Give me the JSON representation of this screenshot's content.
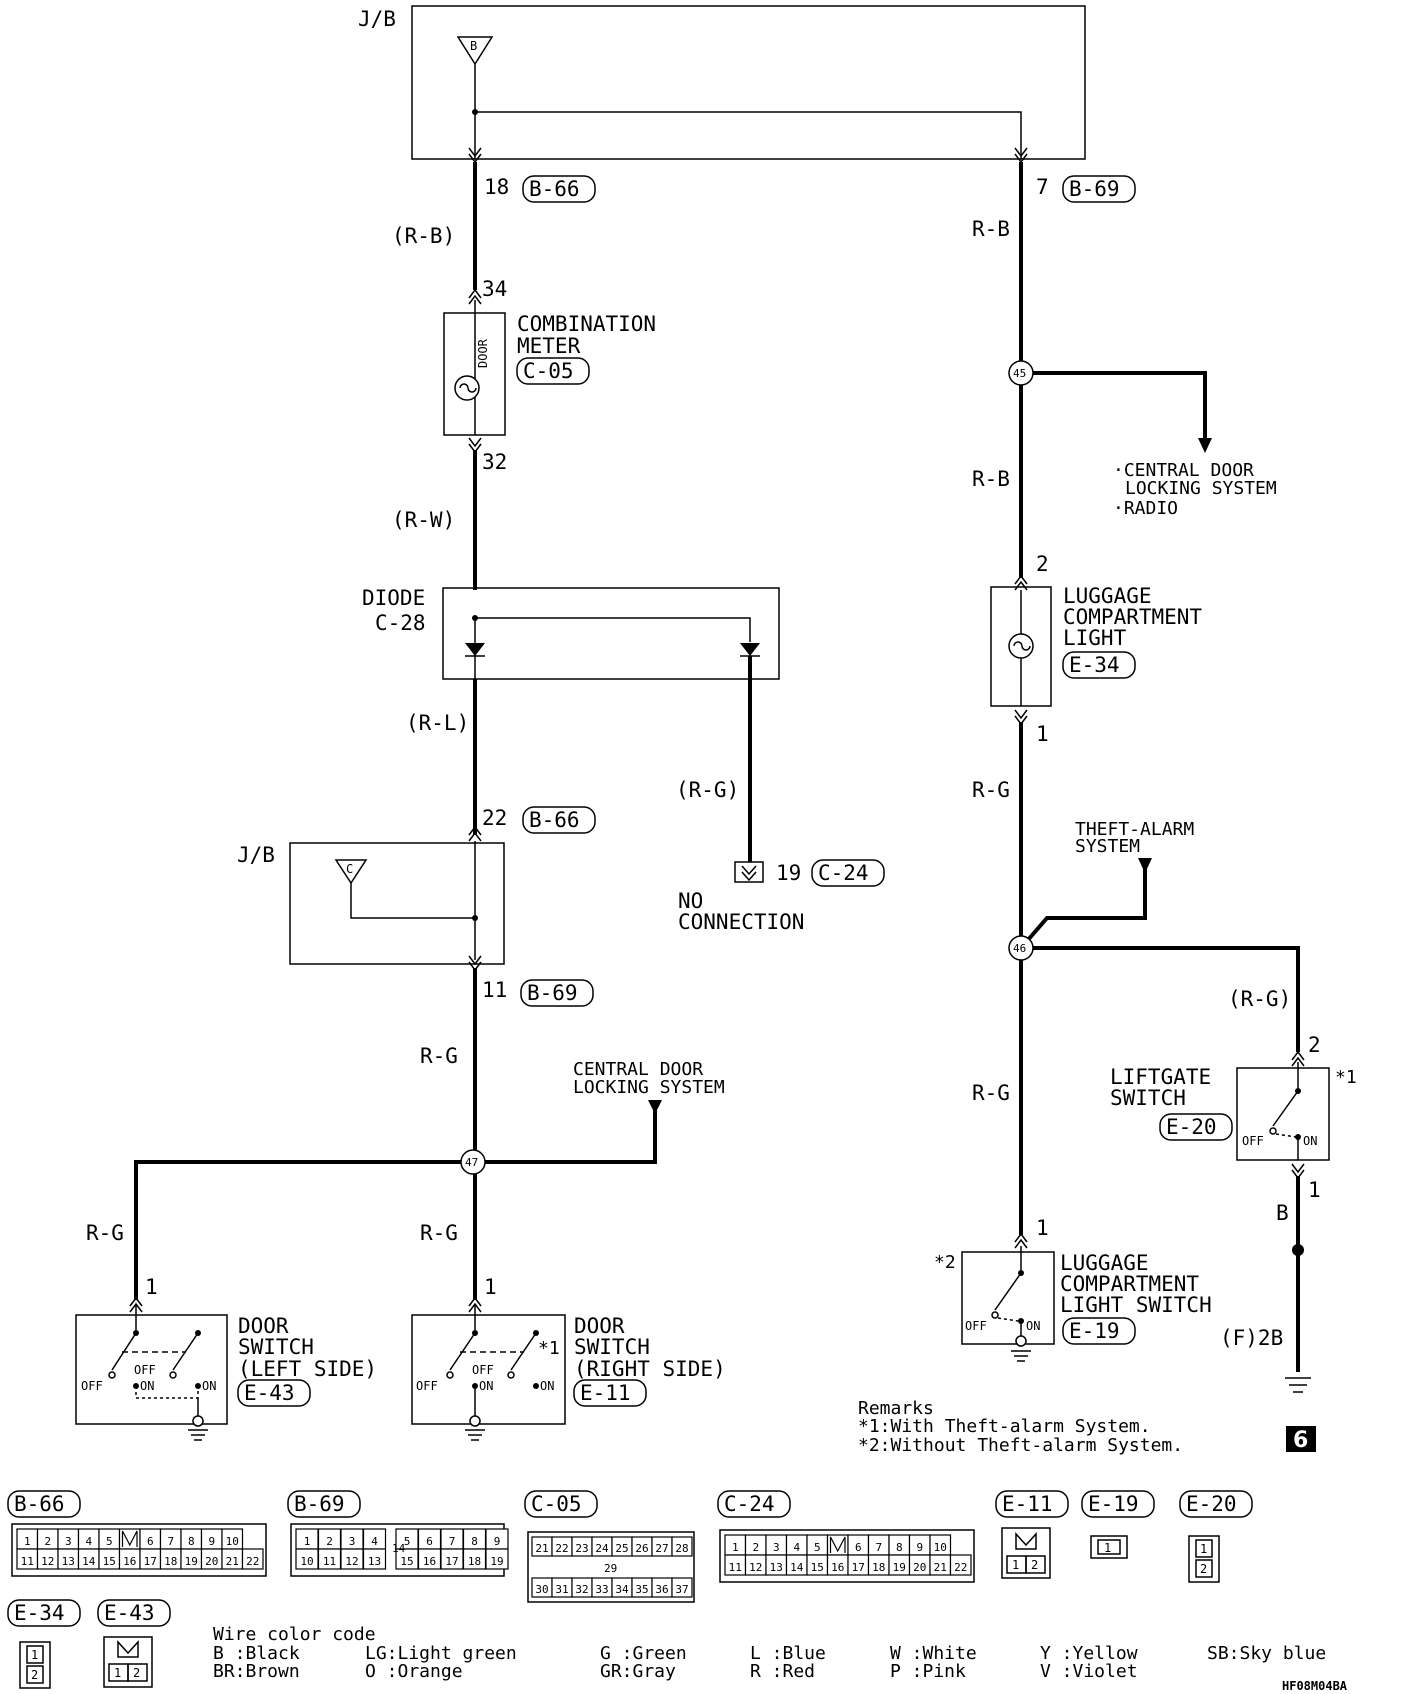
{
  "junction_block_top": {
    "label": "J/B",
    "terminal": "B"
  },
  "junction_block_mid": {
    "label": "J/B",
    "terminal": "C"
  },
  "left_branch": {
    "top_pin": "18",
    "top_connector": "B-66",
    "top_wire": "(R-B)",
    "meter": {
      "pin_in": "34",
      "pin_out": "32",
      "name_line1": "COMBINATION",
      "name_line2": "METER",
      "connector": "C-05",
      "lamp_label": "DOOR"
    },
    "wire_meter_diode": "(R-W)",
    "diode": {
      "name_line1": "DIODE",
      "name_line2": "C-28"
    },
    "wire_diode_jb": "(R-L)",
    "jb_in_pin": "22",
    "jb_in_connector": "B-66",
    "jb_out_pin": "11",
    "jb_out_connector": "B-69",
    "wire_jb_junction": "R-G",
    "junction": "47",
    "central_lock_line1": "CENTRAL DOOR",
    "central_lock_line2": "LOCKING SYSTEM",
    "wire_left_switch": "R-G",
    "wire_right_switch": "R-G",
    "door_left": {
      "pin": "1",
      "name_line1": "DOOR",
      "name_line2": "SWITCH",
      "name_line3": "(LEFT SIDE)",
      "connector": "E-43",
      "off1": "OFF",
      "on1": "ON",
      "off2": "OFF",
      "on2": "ON"
    },
    "door_right": {
      "pin": "1",
      "name_line1": "DOOR",
      "name_line2": "SWITCH",
      "name_line3": "(RIGHT SIDE)",
      "connector": "E-11",
      "mark": "*1",
      "off1": "OFF",
      "on1": "ON",
      "off2": "OFF",
      "on2": "ON"
    }
  },
  "no_connection": {
    "wire": "(R-G)",
    "pin": "19",
    "connector": "C-24",
    "line1": "NO",
    "line2": "CONNECTION"
  },
  "right_branch": {
    "top_pin": "7",
    "top_connector": "B-69",
    "top_wire": "R-B",
    "junction1": "45",
    "wire_after_j45": "R-B",
    "branch_line1": "·CENTRAL DOOR",
    "branch_line2": "LOCKING SYSTEM",
    "branch_line3": "·RADIO",
    "lamp": {
      "pin_in": "2",
      "pin_out": "1",
      "name_line1": "LUGGAGE",
      "name_line2": "COMPARTMENT",
      "name_line3": "LIGHT",
      "connector": "E-34"
    },
    "wire_lamp_j46": "R-G",
    "theft_line1": "THEFT-ALARM",
    "theft_line2": "SYSTEM",
    "junction2": "46",
    "wire_j46_switch": "R-G",
    "wire_liftgate": "(R-G)",
    "liftgate": {
      "pin_in": "2",
      "pin_out": "1",
      "name_line1": "LIFTGATE",
      "name_line2": "SWITCH",
      "connector": "E-20",
      "mark": "*1",
      "off": "OFF",
      "on": "ON"
    },
    "wire_ground": "B",
    "ground_label": "(F)2B",
    "lcls": {
      "pin": "1",
      "mark": "*2",
      "name_line1": "LUGGAGE",
      "name_line2": "COMPARTMENT",
      "name_line3": "LIGHT SWITCH",
      "connector": "E-19",
      "off": "OFF",
      "on": "ON"
    }
  },
  "remarks": {
    "title": "Remarks",
    "line1": "*1:With Theft-alarm System.",
    "line2": "*2:Without Theft-alarm System.",
    "page_number": "6"
  },
  "connectors": {
    "b66": {
      "name": "B-66",
      "row1": [
        "1",
        "2",
        "3",
        "4",
        "5",
        "",
        "6",
        "7",
        "8",
        "9",
        "10"
      ],
      "row2": [
        "11",
        "12",
        "13",
        "14",
        "15",
        "16",
        "17",
        "18",
        "19",
        "20",
        "21",
        "22"
      ]
    },
    "b69": {
      "name": "B-69",
      "row1": [
        "1",
        "2",
        "3",
        "4",
        "5",
        "6",
        "7",
        "8",
        "9"
      ],
      "row2": [
        "10",
        "11",
        "12",
        "13",
        "15",
        "16",
        "17",
        "18",
        "19"
      ],
      "mid": "14"
    },
    "c05": {
      "name": "C-05",
      "row1": [
        "21",
        "22",
        "23",
        "24",
        "25",
        "26",
        "27",
        "28"
      ],
      "mid": "29",
      "row2": [
        "30",
        "31",
        "32",
        "33",
        "34",
        "35",
        "36",
        "37"
      ]
    },
    "c24": {
      "name": "C-24",
      "row1": [
        "1",
        "2",
        "3",
        "4",
        "5",
        "",
        "6",
        "7",
        "8",
        "9",
        "10"
      ],
      "row2": [
        "11",
        "12",
        "13",
        "14",
        "15",
        "16",
        "17",
        "18",
        "19",
        "20",
        "21",
        "22"
      ]
    },
    "e11": {
      "name": "E-11",
      "pins": [
        "1",
        "2"
      ]
    },
    "e19": {
      "name": "E-19",
      "pins": [
        "1"
      ]
    },
    "e20": {
      "name": "E-20",
      "pins": [
        "1",
        "2"
      ]
    },
    "e34": {
      "name": "E-34",
      "pins": [
        "1",
        "2"
      ]
    },
    "e43": {
      "name": "E-43",
      "pins": [
        "1",
        "2"
      ]
    }
  },
  "color_code": {
    "title": "Wire color code",
    "entries": [
      "B :Black",
      "BR:Brown",
      "LG:Light green",
      "O :Orange",
      "G :Green",
      "GR:Gray",
      "L :Blue",
      "R :Red",
      "W :White",
      "P :Pink",
      "Y :Yellow",
      "V :Violet",
      "SB:Sky blue"
    ]
  },
  "doc_code": "HF08M04BA"
}
